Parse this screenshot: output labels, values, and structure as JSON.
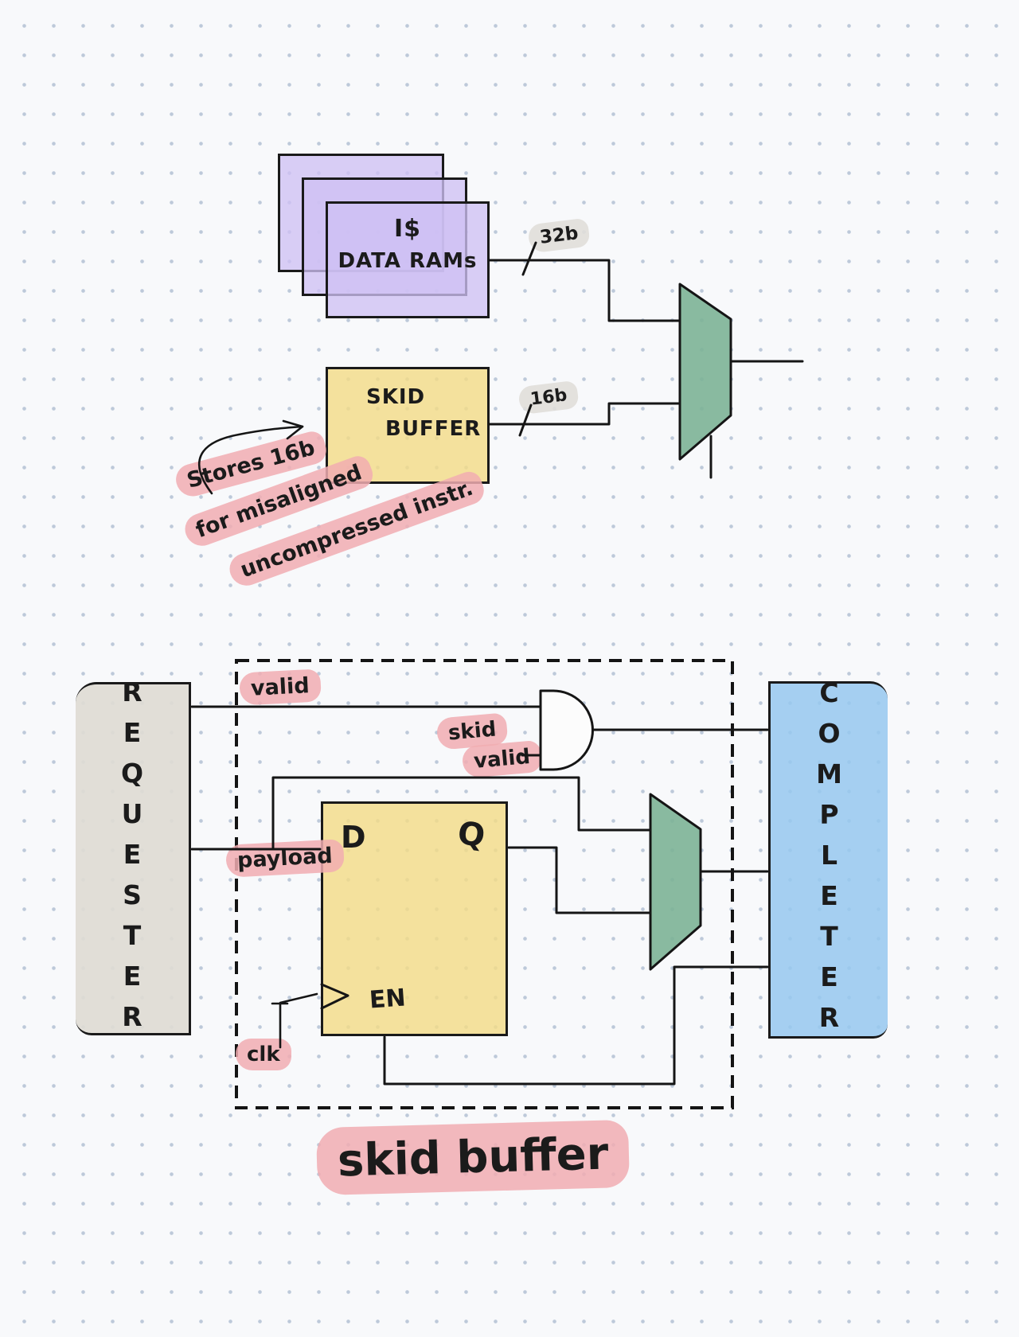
{
  "top_diagram": {
    "ram_stack": {
      "label_line1": "I$",
      "label_line2": "DATA RAMs"
    },
    "skid_buffer_box": {
      "label_line1": "SKID",
      "label_line2": "BUFFER"
    },
    "bus_labels": {
      "ram_bus": "32b",
      "skid_bus": "16b"
    },
    "note": {
      "line1": "Stores 16b",
      "line2": "for misaligned",
      "line3": "uncompressed instr."
    }
  },
  "bottom_diagram": {
    "requester": {
      "label": "REQUESTER"
    },
    "completer": {
      "label": "COMPLETER"
    },
    "signals": {
      "valid": "valid",
      "skid_valid_line1": "skid",
      "skid_valid_line2": "valid",
      "payload": "payload",
      "clk": "clk"
    },
    "flip_flop": {
      "d_pin": "D",
      "q_pin": "Q",
      "en_pin": "EN"
    },
    "title": "skid buffer"
  },
  "colors": {
    "ink": "#1a1a1a",
    "ram_purple": "#d9d0f4",
    "buffer_yellow": "#f3e099",
    "mux_green": "#8ec0a5",
    "highlight_pink": "#f2b5b9",
    "requester_gray": "#e3e1db",
    "completer_blue": "#a9d1ee",
    "grid_dot": "#8ca2be"
  }
}
